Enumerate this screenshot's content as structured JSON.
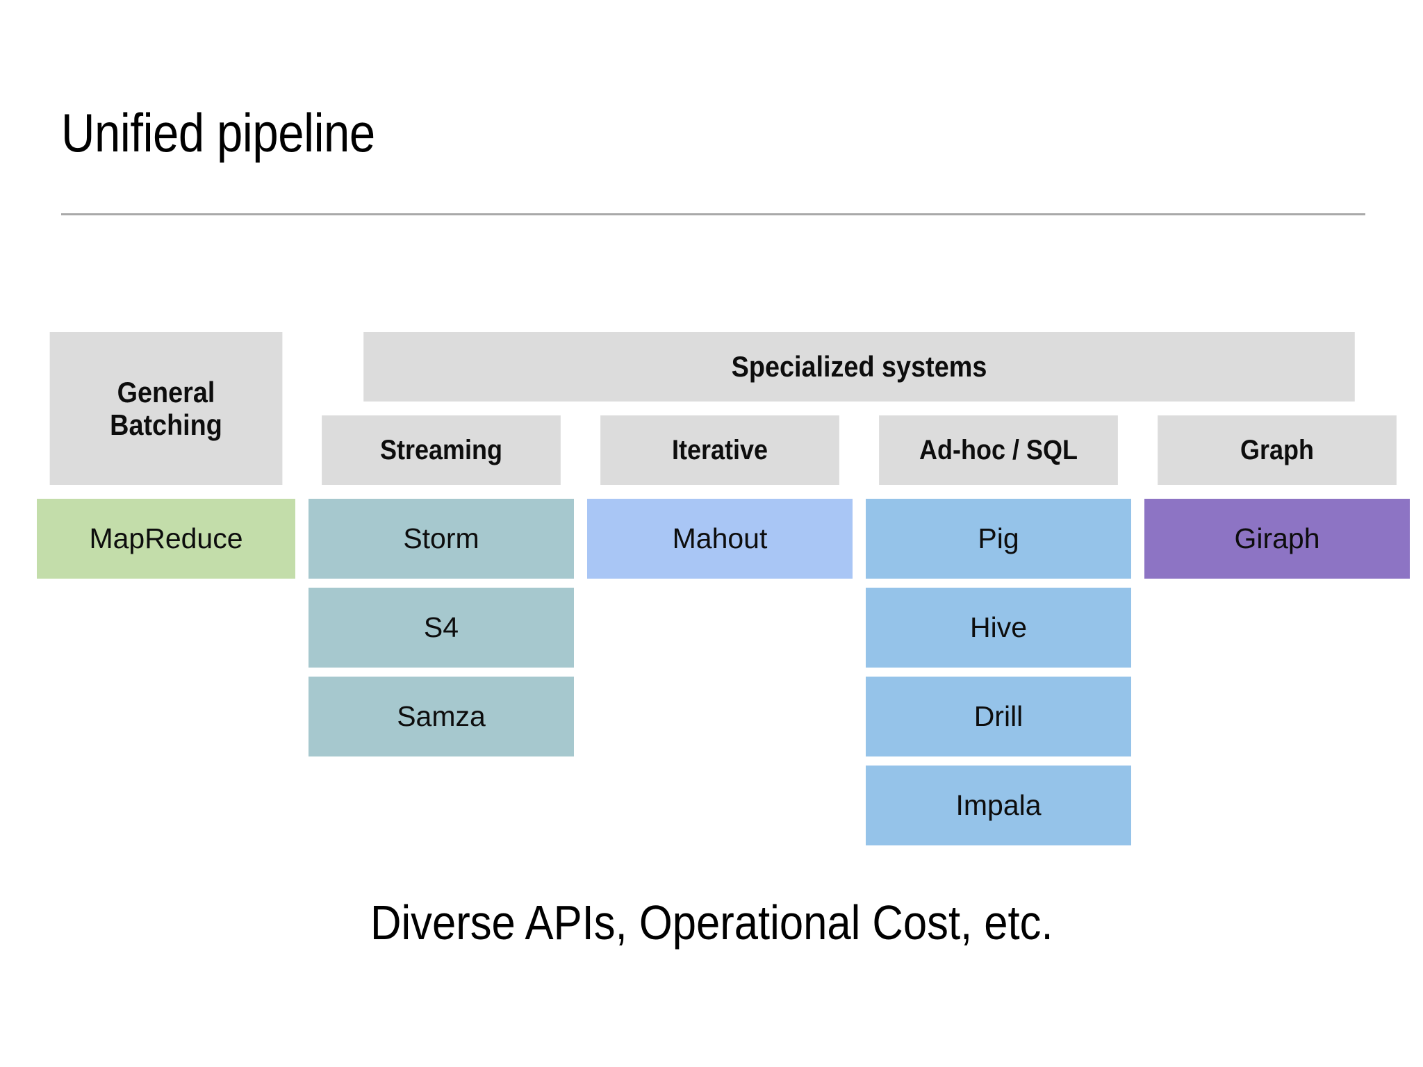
{
  "slide": {
    "title": "Unified pipeline",
    "caption": "Diverse APIs, Operational Cost, etc."
  },
  "diagram": {
    "general_header": "General\nBatching",
    "general_header_line1": "General",
    "general_header_line2": "Batching",
    "specialized_header": "Specialized systems",
    "columns": [
      {
        "id": "general-batching",
        "header": "General Batching",
        "accent": "#c3ddaa",
        "items": [
          "MapReduce"
        ]
      },
      {
        "id": "streaming",
        "header": "Streaming",
        "accent": "#a6c8ce",
        "items": [
          "Storm",
          "S4",
          "Samza"
        ]
      },
      {
        "id": "iterative",
        "header": "Iterative",
        "accent": "#a9c6f5",
        "items": [
          "Mahout"
        ]
      },
      {
        "id": "ad-hoc-sql",
        "header": "Ad-hoc / SQL",
        "accent": "#95c3e9",
        "items": [
          "Pig",
          "Hive",
          "Drill",
          "Impala"
        ]
      },
      {
        "id": "graph",
        "header": "Graph",
        "accent": "#8d74c4",
        "items": [
          "Giraph"
        ]
      }
    ],
    "header_fill": "#dcdcdc",
    "rule_color": "#a9a9a9"
  }
}
